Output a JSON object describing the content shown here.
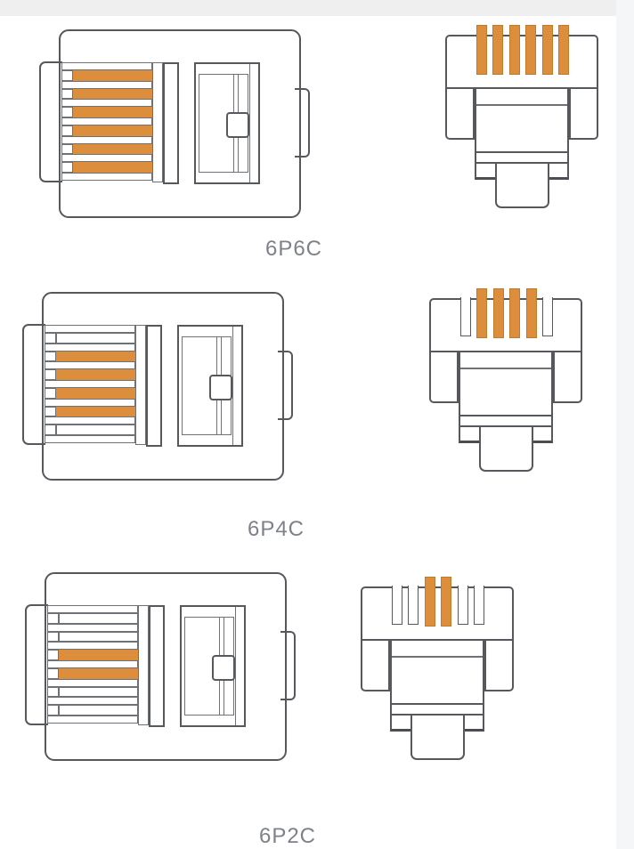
{
  "page": {
    "background": "#ffffff",
    "top_strip_color": "#efefef",
    "right_strip_color": "#f5f6f7"
  },
  "colors": {
    "line": "#55585d",
    "line_inner": "#6e7176",
    "contact_orange": "#dd8e3c",
    "label_gray": "#7d828a"
  },
  "diagram": {
    "subject": "modular-plug-connectors",
    "positions_per_plug": 6,
    "views_per_row": [
      "side-view",
      "front-view"
    ]
  },
  "connectors": [
    {
      "label": "6P6C",
      "positions": 6,
      "contact_count": 6,
      "contacts": [
        1,
        1,
        1,
        1,
        1,
        1
      ]
    },
    {
      "label": "6P4C",
      "positions": 6,
      "contact_count": 4,
      "contacts": [
        0,
        1,
        1,
        1,
        1,
        0
      ]
    },
    {
      "label": "6P2C",
      "positions": 6,
      "contact_count": 2,
      "contacts": [
        0,
        0,
        1,
        1,
        0,
        0
      ]
    }
  ]
}
